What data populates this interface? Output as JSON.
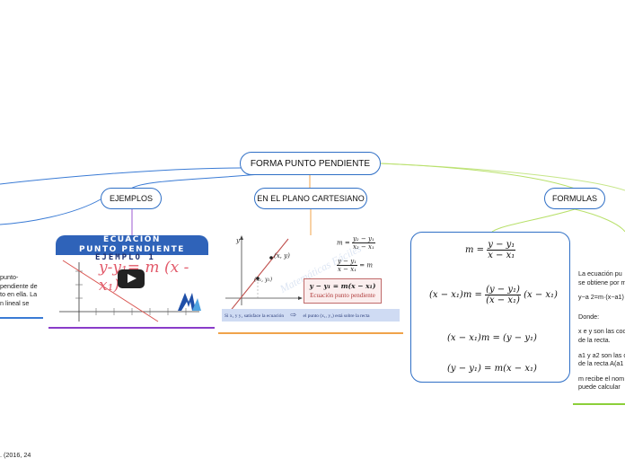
{
  "central": {
    "label": "FORMA PUNTO PENDIENTE"
  },
  "branches": {
    "ejemplos": "EJEMPLOS",
    "plano": "EN EL PLANO CARTESIANO",
    "formulas": "FORMULAS"
  },
  "left_note": {
    "lines": [
      "punto-",
      "pendiente de",
      "to en ella. La",
      "n lineal se"
    ]
  },
  "citation": ". (2016, 24",
  "video": {
    "title_line1": "ECUACIÓN",
    "title_line2": "PUNTO PENDIENTE",
    "subtitle": "EJEMPLO 1",
    "handwritten": "y-y₁= m (x -x₁)"
  },
  "cartesian": {
    "axis_y": "y",
    "point_1": "(x, y)",
    "point_2": "(x₁, y₁)",
    "eq_m": "m =",
    "eq_m_num": "y₂ − y₁",
    "eq_m_den": "x₂ − x₁",
    "eq_ratio_num": "y − y₁",
    "eq_ratio_den": "x − x₁",
    "eq_ratio_rhs": "= m",
    "boxed_eq": "y − y₁ = m(x − x₁)",
    "boxed_label": "Ecuación punto pendiente",
    "banner_left": "Si x₁ y y₁ satisface la ecuación",
    "banner_arrow": "⇨",
    "banner_right": "el punto (x₁, y₁) está sobre la recta",
    "watermark": "Matemáticas Fáciles"
  },
  "formulas": {
    "f1_lhs": "m =",
    "f1_num": "y − y₁",
    "f1_den": "x − x₁",
    "f2_lhs": "(x − x₁)m =",
    "f2_num": "(y − y₁)",
    "f2_den": "(x − x₁)",
    "f2_rhs": "(x − x₁)",
    "f3": "(x − x₁)m = (y − y₁)",
    "f4": "(y − y₁) = m(x − x₁)"
  },
  "right_note": {
    "p1": [
      "La ecuación pu",
      "se obtiene por m"
    ],
    "p2": [
      "y−a 2=m·(x−a1)"
    ],
    "p3": [
      "Donde:"
    ],
    "p4": [
      "x e y son las coo",
      "de la recta."
    ],
    "p5": [
      "a1 y a2 son las c",
      "de la recta A(a1"
    ],
    "p6": [
      "m recibe el nom",
      "puede calcular"
    ]
  },
  "colors": {
    "node_border": "#2f6fc6",
    "link_blue": "#3a7bd5",
    "link_purple": "#9b59d0",
    "link_orange": "#f0a34a",
    "link_green": "#b8e06a",
    "underline_purple": "#8a3cc9",
    "underline_green": "#8ccf3a"
  }
}
